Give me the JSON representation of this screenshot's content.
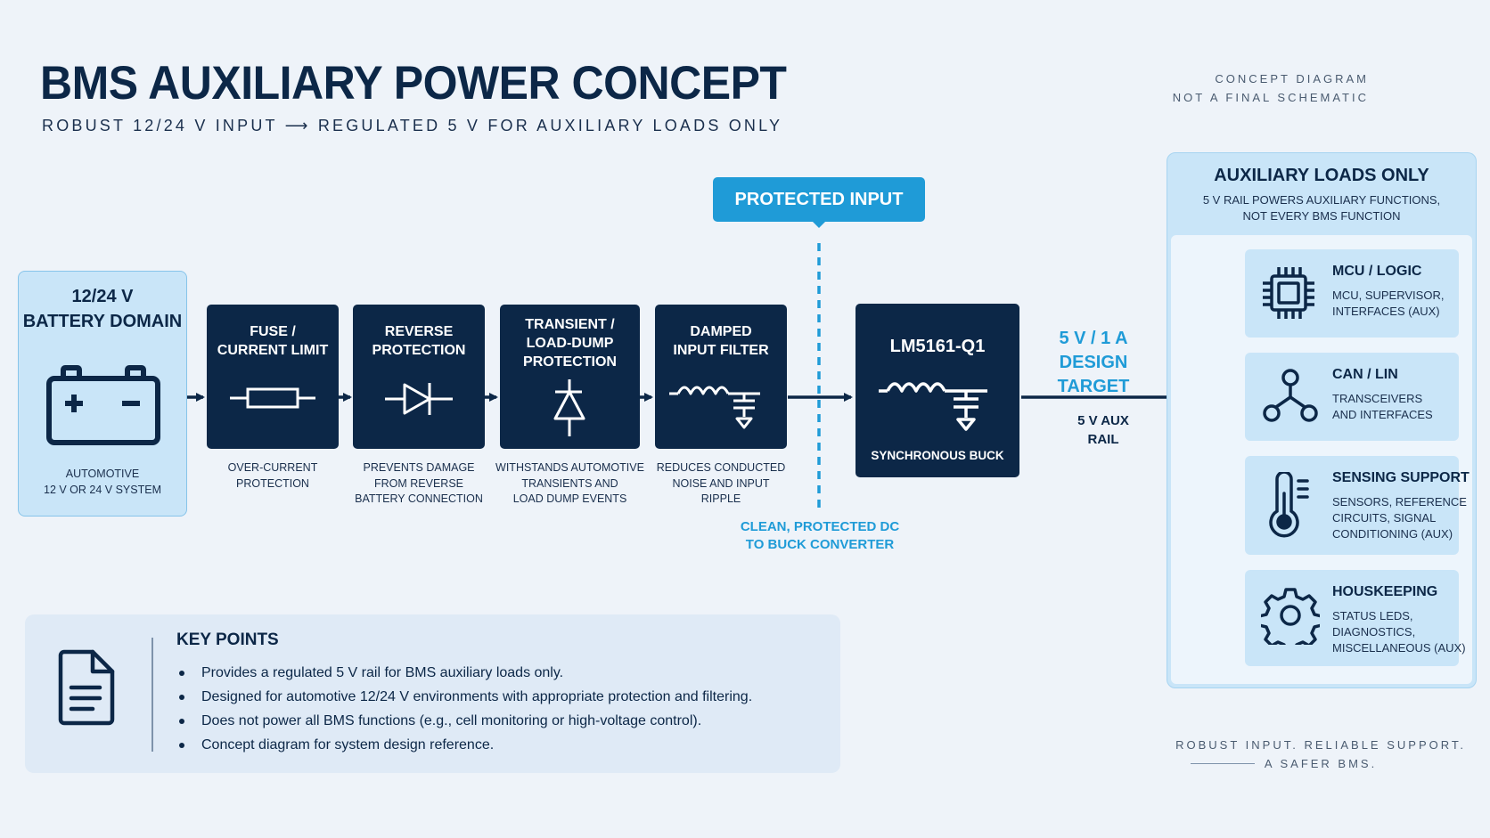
{
  "header": {
    "title": "BMS AUXILIARY POWER CONCEPT",
    "subtitle": "ROBUST 12/24 V INPUT ⟶ REGULATED 5 V FOR AUXILIARY LOADS ONLY",
    "note_line1": "CONCEPT DIAGRAM",
    "note_line2": "NOT A FINAL SCHEMATIC"
  },
  "battery": {
    "title_line1": "12/24 V",
    "title_line2": "BATTERY DOMAIN",
    "caption_line1": "AUTOMOTIVE",
    "caption_line2": "12 V OR 24 V SYSTEM",
    "icon": "battery-icon"
  },
  "blocks": [
    {
      "title_line1": "FUSE /",
      "title_line2": "CURRENT LIMIT",
      "caption_line1": "OVER-CURRENT",
      "caption_line2": "PROTECTION",
      "caption_line3": "",
      "icon": "fuse-icon"
    },
    {
      "title_line1": "REVERSE",
      "title_line2": "PROTECTION",
      "caption_line1": "PREVENTS DAMAGE",
      "caption_line2": "FROM REVERSE",
      "caption_line3": "BATTERY CONNECTION",
      "icon": "diode-icon"
    },
    {
      "title_line1": "TRANSIENT /",
      "title_line2": "LOAD-DUMP",
      "title_line3": "PROTECTION",
      "caption_line1": "WITHSTANDS AUTOMOTIVE",
      "caption_line2": "TRANSIENTS AND",
      "caption_line3": "LOAD DUMP EVENTS",
      "icon": "tvs-diode-icon"
    },
    {
      "title_line1": "DAMPED",
      "title_line2": "INPUT FILTER",
      "caption_line1": "REDUCES CONDUCTED",
      "caption_line2": "NOISE AND INPUT",
      "caption_line3": "RIPPLE",
      "icon": "lc-filter-icon"
    }
  ],
  "protected_input": {
    "badge": "PROTECTED INPUT",
    "caption_line1": "CLEAN, PROTECTED DC",
    "caption_line2": "TO BUCK CONVERTER"
  },
  "converter": {
    "title": "LM5161-Q1",
    "subtitle": "SYNCHRONOUS BUCK",
    "icon": "buck-inductor-icon"
  },
  "output": {
    "target_line1": "5 V / 1 A",
    "target_line2": "DESIGN TARGET",
    "rail_line1": "5 V AUX",
    "rail_line2": "RAIL"
  },
  "aux_loads": {
    "title": "AUXILIARY LOADS ONLY",
    "subtitle_line1": "5 V RAIL POWERS AUXILIARY FUNCTIONS,",
    "subtitle_line2": "NOT EVERY BMS FUNCTION",
    "items": [
      {
        "title": "MCU / LOGIC",
        "desc_line1": "MCU, SUPERVISOR,",
        "desc_line2": "INTERFACES (AUX)",
        "desc_line3": "",
        "icon": "chip-icon"
      },
      {
        "title": "CAN / LIN",
        "desc_line1": "TRANSCEIVERS",
        "desc_line2": "AND INTERFACES",
        "desc_line3": "",
        "icon": "network-icon"
      },
      {
        "title": "SENSING SUPPORT",
        "desc_line1": "SENSORS, REFERENCE",
        "desc_line2": "CIRCUITS, SIGNAL",
        "desc_line3": "CONDITIONING (AUX)",
        "icon": "thermometer-icon"
      },
      {
        "title": "HOUSKEEPING",
        "desc_line1": "STATUS LEDS,",
        "desc_line2": "DIAGNOSTICS,",
        "desc_line3": "MISCELLANEOUS (AUX)",
        "icon": "gear-icon"
      }
    ]
  },
  "key_points": {
    "title": "KEY POINTS",
    "icon": "document-icon",
    "items": [
      "Provides a regulated 5 V rail for BMS auxiliary loads only.",
      "Designed for automotive 12/24 V environments with appropriate protection and filtering.",
      "Does not power all BMS functions (e.g., cell monitoring or high-voltage control).",
      "Concept diagram for system design reference."
    ]
  },
  "tagline": {
    "line1": "ROBUST INPUT. RELIABLE SUPPORT.",
    "line2": "A SAFER BMS."
  },
  "colors": {
    "navy": "#0c2747",
    "accent_blue": "#1f9bd7",
    "panel_light": "#c9e5f8",
    "background": "#eef3f9"
  }
}
